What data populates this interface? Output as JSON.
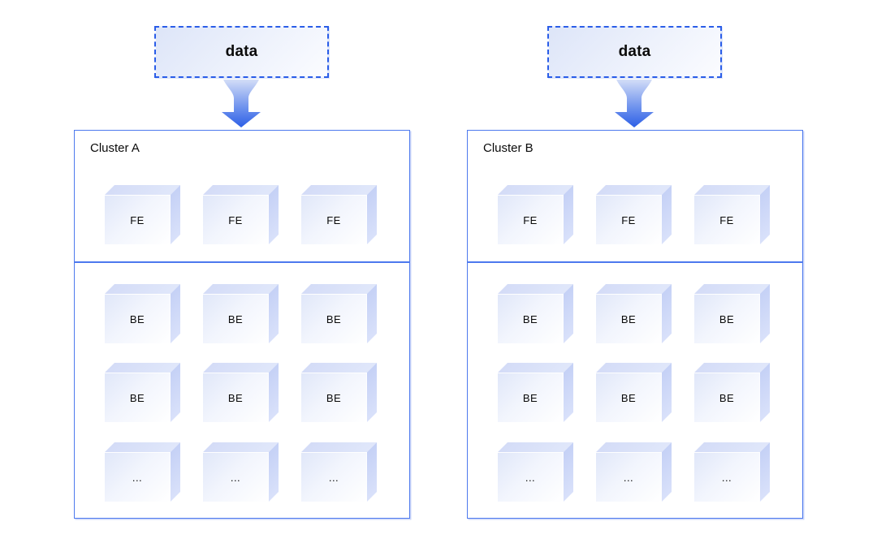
{
  "diagram": {
    "colors": {
      "accent_blue": "#2a5de8",
      "cluster_border": "#4d79ee",
      "cube_top": "#d7def7",
      "cube_side": "#c7d2f6",
      "cube_front_light": "#ffffff",
      "cube_front_shade": "#e0e7f9"
    },
    "clusters": [
      {
        "data_label": "data",
        "title": "Cluster A",
        "fe": [
          "FE",
          "FE",
          "FE"
        ],
        "be": [
          [
            "BE",
            "BE",
            "BE"
          ],
          [
            "BE",
            "BE",
            "BE"
          ],
          [
            "...",
            "...",
            "..."
          ]
        ]
      },
      {
        "data_label": "data",
        "title": "Cluster B",
        "fe": [
          "FE",
          "FE",
          "FE"
        ],
        "be": [
          [
            "BE",
            "BE",
            "BE"
          ],
          [
            "BE",
            "BE",
            "BE"
          ],
          [
            "...",
            "...",
            "..."
          ]
        ]
      }
    ]
  }
}
